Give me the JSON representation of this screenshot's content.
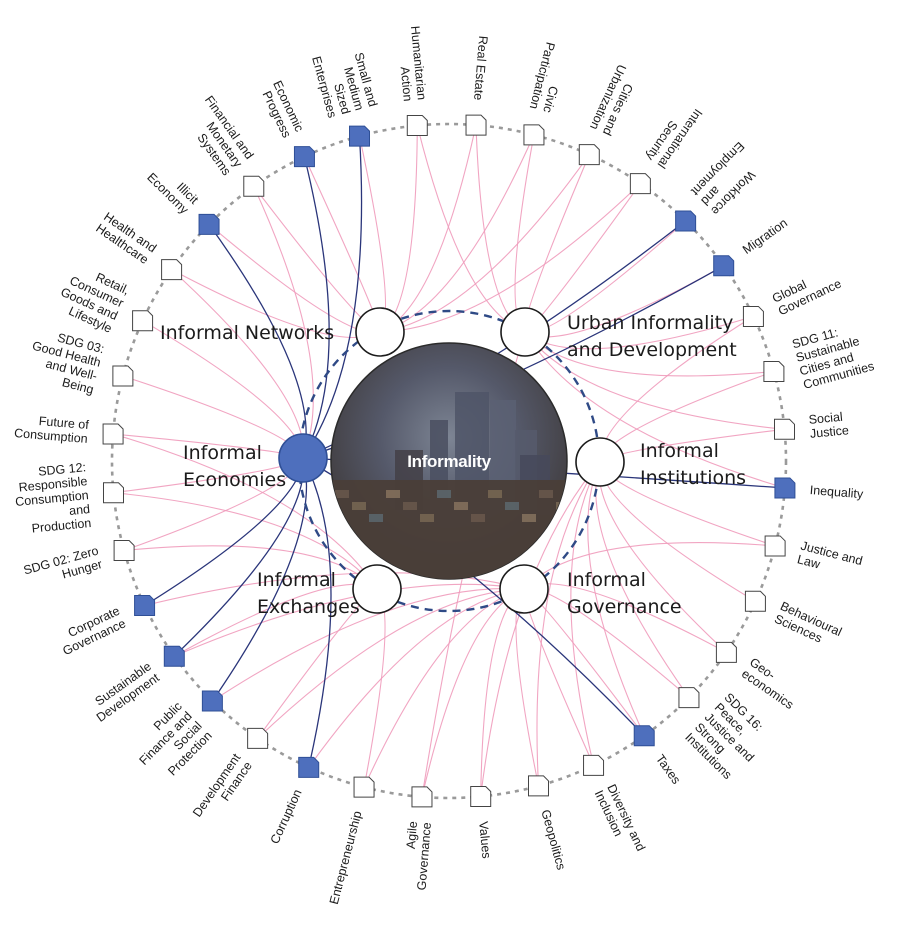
{
  "center": {
    "label": "Informality"
  },
  "clusters": [
    {
      "id": "networks",
      "lines": [
        "Informal Networks"
      ],
      "filled": false
    },
    {
      "id": "urban",
      "lines": [
        "Urban Informality",
        "and Development"
      ],
      "filled": false
    },
    {
      "id": "institutions",
      "lines": [
        "Informal",
        "Institutions"
      ],
      "filled": false
    },
    {
      "id": "governance",
      "lines": [
        "Informal",
        "Governance"
      ],
      "filled": false
    },
    {
      "id": "exchanges",
      "lines": [
        "Informal",
        "Exchanges"
      ],
      "filled": false
    },
    {
      "id": "economies",
      "lines": [
        "Informal",
        "Economies"
      ],
      "filled": true
    }
  ],
  "topics": [
    {
      "lines": [
        "Migration"
      ],
      "highlight": true,
      "links": [
        "economies",
        "urban"
      ]
    },
    {
      "lines": [
        "Global",
        "Governance"
      ],
      "highlight": false,
      "links": [
        "urban",
        "institutions"
      ]
    },
    {
      "lines": [
        "SDG 11:",
        "Sustainable",
        "Cities and",
        "Communities"
      ],
      "highlight": false,
      "links": [
        "urban",
        "institutions"
      ]
    },
    {
      "lines": [
        "Social",
        "Justice"
      ],
      "highlight": false,
      "links": [
        "urban",
        "institutions"
      ]
    },
    {
      "lines": [
        "Inequality"
      ],
      "highlight": true,
      "links": [
        "economies",
        "urban"
      ]
    },
    {
      "lines": [
        "Justice and",
        "Law"
      ],
      "highlight": false,
      "links": [
        "institutions",
        "governance"
      ]
    },
    {
      "lines": [
        "Behavioural",
        "Sciences"
      ],
      "highlight": false,
      "links": [
        "institutions"
      ]
    },
    {
      "lines": [
        "Geo-",
        "economics"
      ],
      "highlight": false,
      "links": [
        "institutions",
        "governance"
      ]
    },
    {
      "lines": [
        "SDG 16:",
        "Peace,",
        "Justice and",
        "Strong",
        "Institutions"
      ],
      "highlight": false,
      "links": [
        "institutions",
        "governance"
      ]
    },
    {
      "lines": [
        "Taxes"
      ],
      "highlight": true,
      "links": [
        "economies",
        "institutions",
        "governance"
      ]
    },
    {
      "lines": [
        "Diversity and",
        "Inclusion"
      ],
      "highlight": false,
      "links": [
        "institutions",
        "governance"
      ]
    },
    {
      "lines": [
        "Geopolitics"
      ],
      "highlight": false,
      "links": [
        "institutions",
        "governance"
      ]
    },
    {
      "lines": [
        "Values"
      ],
      "highlight": false,
      "links": [
        "institutions",
        "governance"
      ]
    },
    {
      "lines": [
        "Agile",
        "Governance"
      ],
      "highlight": false,
      "links": [
        "governance",
        "urban"
      ]
    },
    {
      "lines": [
        "Entrepreneurship"
      ],
      "highlight": false,
      "links": [
        "governance",
        "exchanges"
      ]
    },
    {
      "lines": [
        "Corruption"
      ],
      "highlight": true,
      "links": [
        "economies",
        "governance"
      ]
    },
    {
      "lines": [
        "Development",
        "Finance"
      ],
      "highlight": false,
      "links": [
        "governance",
        "exchanges"
      ]
    },
    {
      "lines": [
        "Public",
        "Finance and",
        "Social",
        "Protection"
      ],
      "highlight": true,
      "links": [
        "economies",
        "governance"
      ]
    },
    {
      "lines": [
        "Sustainable",
        "Development"
      ],
      "highlight": true,
      "links": [
        "economies",
        "governance",
        "exchanges"
      ]
    },
    {
      "lines": [
        "Corporate",
        "Governance"
      ],
      "highlight": true,
      "links": [
        "economies",
        "governance"
      ]
    },
    {
      "lines": [
        "SDG 02: Zero",
        "Hunger"
      ],
      "highlight": false,
      "links": [
        "economies",
        "exchanges"
      ]
    },
    {
      "lines": [
        "SDG 12:",
        "Responsible",
        "Consumption",
        "and",
        "Production"
      ],
      "highlight": false,
      "links": [
        "economies",
        "exchanges"
      ]
    },
    {
      "lines": [
        "Future of",
        "Consumption"
      ],
      "highlight": false,
      "links": [
        "economies",
        "exchanges"
      ]
    },
    {
      "lines": [
        "SDG 03:",
        "Good Health",
        "and Well-",
        "Being"
      ],
      "highlight": false,
      "links": [
        "economies"
      ]
    },
    {
      "lines": [
        "Retail,",
        "Consumer",
        "Goods and",
        "Lifestyle"
      ],
      "highlight": false,
      "links": [
        "economies"
      ]
    },
    {
      "lines": [
        "Health and",
        "Healthcare"
      ],
      "highlight": false,
      "links": [
        "economies",
        "networks"
      ]
    },
    {
      "lines": [
        "Illicit",
        "Economy"
      ],
      "highlight": true,
      "links": [
        "economies",
        "networks"
      ]
    },
    {
      "lines": [
        "Financial and",
        "Monetary",
        "Systems"
      ],
      "highlight": false,
      "links": [
        "economies",
        "networks"
      ]
    },
    {
      "lines": [
        "Economic",
        "Progress"
      ],
      "highlight": true,
      "links": [
        "economies",
        "networks"
      ]
    },
    {
      "lines": [
        "Small and",
        "Medium",
        "Sized",
        "Enterprises"
      ],
      "highlight": true,
      "links": [
        "economies",
        "networks"
      ]
    },
    {
      "lines": [
        "Humanitarian",
        "Action"
      ],
      "highlight": false,
      "links": [
        "networks",
        "urban"
      ]
    },
    {
      "lines": [
        "Real Estate"
      ],
      "highlight": false,
      "links": [
        "networks",
        "urban"
      ]
    },
    {
      "lines": [
        "Civic",
        "Participation"
      ],
      "highlight": false,
      "links": [
        "urban",
        "networks"
      ]
    },
    {
      "lines": [
        "Cities and",
        "Urbanization"
      ],
      "highlight": false,
      "links": [
        "urban",
        "networks"
      ]
    },
    {
      "lines": [
        "International",
        "Security"
      ],
      "highlight": false,
      "links": [
        "urban",
        "networks"
      ]
    },
    {
      "lines": [
        "Workforce",
        "and",
        "Employment"
      ],
      "highlight": true,
      "links": [
        "economies",
        "urban"
      ]
    }
  ],
  "colors": {
    "highlight": "#4e6fbd",
    "highlight_stroke": "#2f4f96",
    "link_pink": "#ef9bbb",
    "link_navy": "#1f2a73",
    "ring_gray": "#9a9a9a",
    "inner_dash": "#2f4a86",
    "center_dark": "#3a3a3e"
  }
}
